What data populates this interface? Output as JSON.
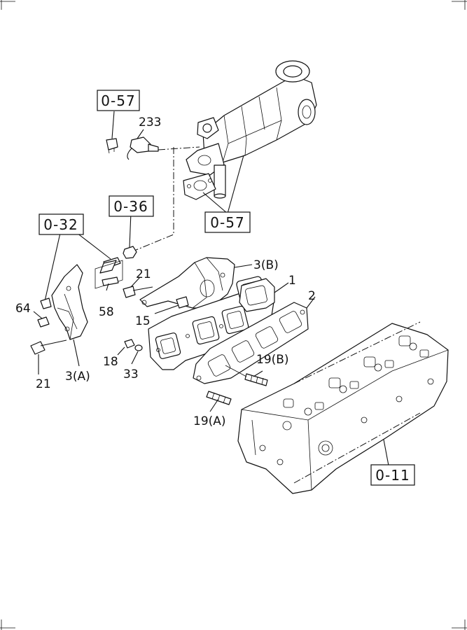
{
  "ref_boxes": {
    "r1": "0-57",
    "r2": "0-36",
    "r3": "0-32",
    "r4": "0-57",
    "r5": "0-11"
  },
  "parts": {
    "p233": "233",
    "p3b": "3(B)",
    "p1": "1",
    "p2": "2",
    "p21a": "21",
    "p58": "58",
    "p64": "64",
    "p15": "15",
    "p18": "18",
    "p33": "33",
    "p19b": "19(B)",
    "p19a": "19(A)",
    "p21b": "21",
    "p3a": "3(A)"
  }
}
